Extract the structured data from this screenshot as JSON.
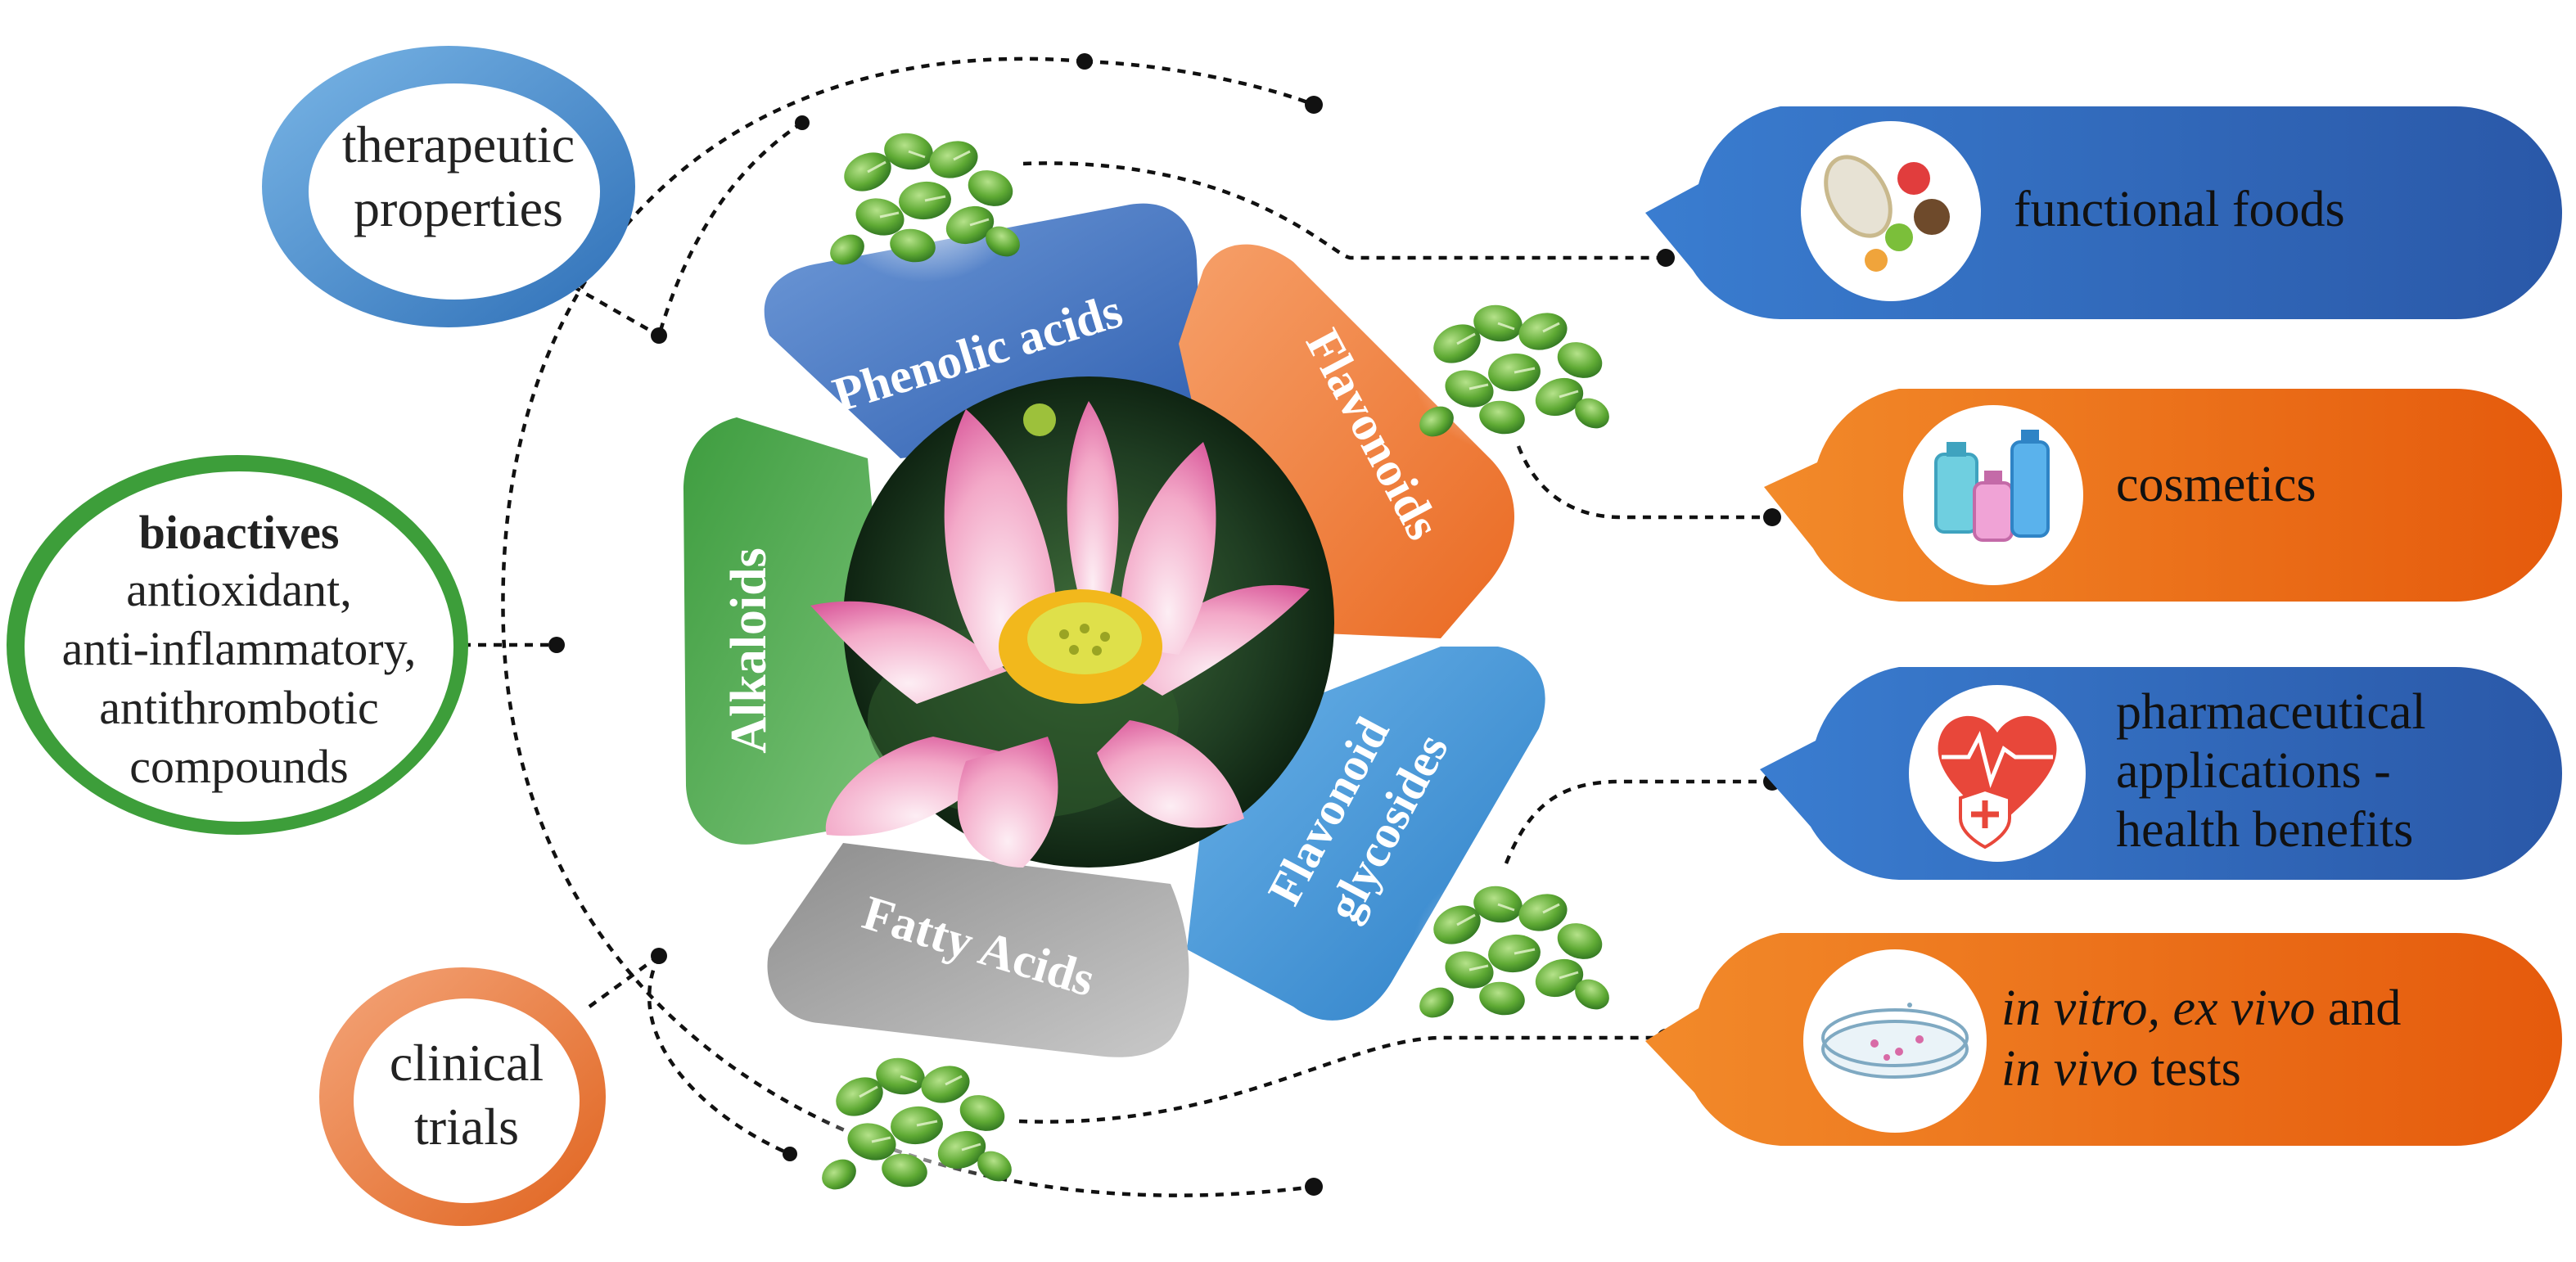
{
  "center": {
    "image": "lotus-flower"
  },
  "petals": [
    {
      "label": "Phenolic acids",
      "color": "#3f74c2"
    },
    {
      "label": "Flavonoids",
      "color": "#ef7f3c"
    },
    {
      "label": "Flavonoid glycosides",
      "line1": "Flavonoid",
      "line2": "glycosides",
      "color": "#3b8fd3"
    },
    {
      "label": "Fatty Acids",
      "color": "#9d9d9d"
    },
    {
      "label": "Alkaloids",
      "color": "#44a447"
    }
  ],
  "left_bubbles": {
    "therapeutic": {
      "line1": "therapeutic",
      "line2": "properties",
      "ring_color": "#3a86c9"
    },
    "bioactives": {
      "title": "bioactives",
      "lines": [
        "antioxidant,",
        "anti-inflammatory,",
        "antithrombotic",
        "compounds"
      ],
      "ring_color": "#3d9e3a"
    },
    "clinical": {
      "line1": "clinical",
      "line2": "trials",
      "ring_color": "#e8753a"
    }
  },
  "right_callouts": [
    {
      "label": "functional foods",
      "color": "#2f64b0",
      "icon": "food-icon"
    },
    {
      "label": "cosmetics",
      "color": "#ec6a14",
      "icon": "cosmetics-bottles-icon"
    },
    {
      "lines": [
        "pharmaceutical",
        "applications -",
        "health benefits"
      ],
      "color": "#2f64b0",
      "icon": "heart-health-icon"
    },
    {
      "line1": {
        "italic_a": "in vitro, ex vivo",
        "plain": " and"
      },
      "line2": {
        "italic": "in vivo",
        "plain": " tests"
      },
      "color": "#ec6a14",
      "icon": "petri-dish-icon"
    }
  ],
  "decor": {
    "leaf_cluster": "green-leaves-icon"
  }
}
